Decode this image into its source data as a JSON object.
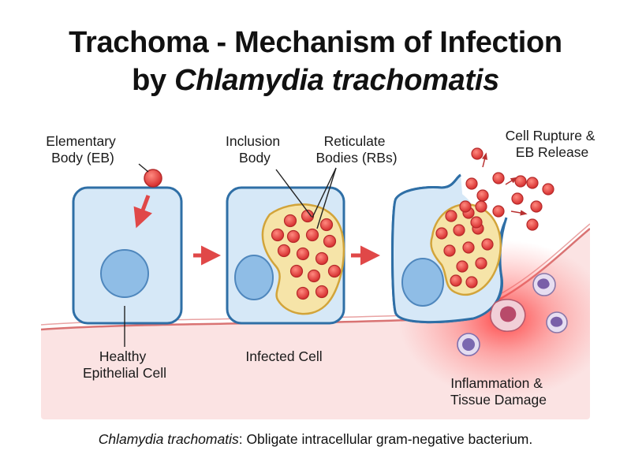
{
  "title": {
    "line1": "Trachoma - Mechanism of Infection",
    "line2_prefix": "by ",
    "line2_italic": "Chlamydia trachomatis"
  },
  "labels": {
    "elementary_body": [
      "Elementary",
      "Body (EB)"
    ],
    "inclusion_body": [
      "Inclusion",
      "Body"
    ],
    "reticulate_bodies": [
      "Reticulate",
      "Bodies (RBs)"
    ],
    "cell_rupture": [
      "Cell Rupture &",
      "EB Release"
    ],
    "healthy_cell": [
      "Healthy",
      "Epithelial Cell"
    ],
    "infected_cell": [
      "Infected Cell"
    ],
    "inflammation": [
      "Inflammation &",
      "Tissue Damage"
    ]
  },
  "caption": {
    "italic": "Chlamydia trachomatis",
    "rest": ": Obligate intracellular gram-negative bacterium."
  },
  "colors": {
    "cell_fill": "#d6e8f7",
    "cell_stroke": "#2f6fa6",
    "nucleus": "#8fbde6",
    "tissue": "#f8dcdc",
    "membrane": "#d97373",
    "inclusion": "#f6e4a8",
    "bacterium": "#e03c3c",
    "arrow": "#e04848",
    "inflammation": "#ff3b3b"
  }
}
